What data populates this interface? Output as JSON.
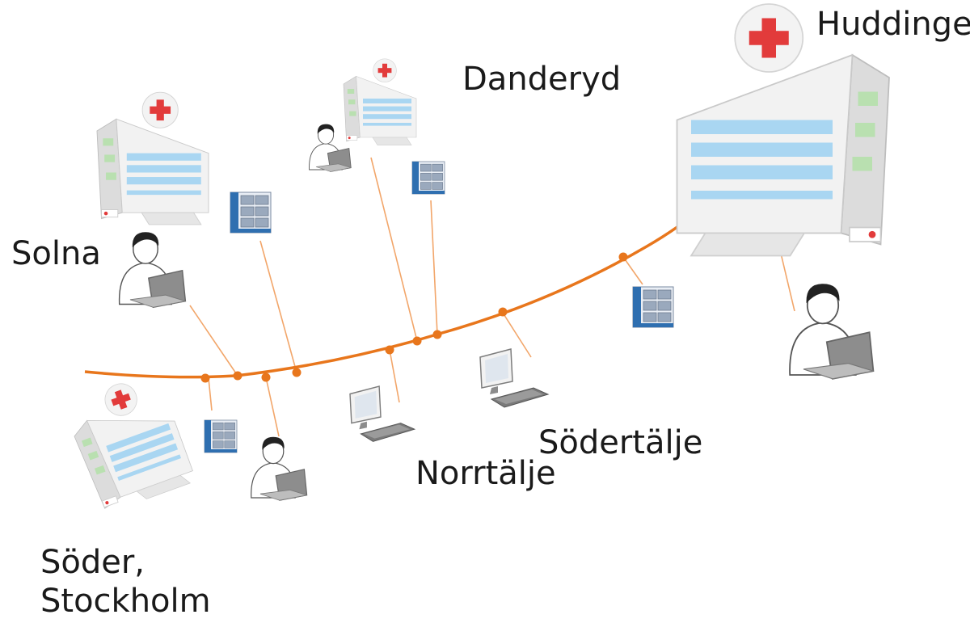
{
  "labels": {
    "huddinge": "Huddinge",
    "danderyd": "Danderyd",
    "solna": "Solna",
    "sodertalje": "Södertälje",
    "norrtalje": "Norrtälje",
    "soder": "Söder,",
    "stockholm": "Stockholm"
  },
  "colors": {
    "network_line": "#e8761c",
    "branch_line": "#f2a66a",
    "node_dot": "#e8761c",
    "hospital_window": "#a9d6f2",
    "hospital_wall": "#eeeeee",
    "red_cross": "#e23b3b",
    "server_blue": "#2f6fb0",
    "person_shirt": "#ffffff",
    "person_hair": "#222222",
    "laptop": "#8d8d8d"
  },
  "icons": [
    "hospital-icon",
    "person-with-laptop-icon",
    "server-rack-icon",
    "desktop-computer-icon",
    "red-cross-icon"
  ]
}
